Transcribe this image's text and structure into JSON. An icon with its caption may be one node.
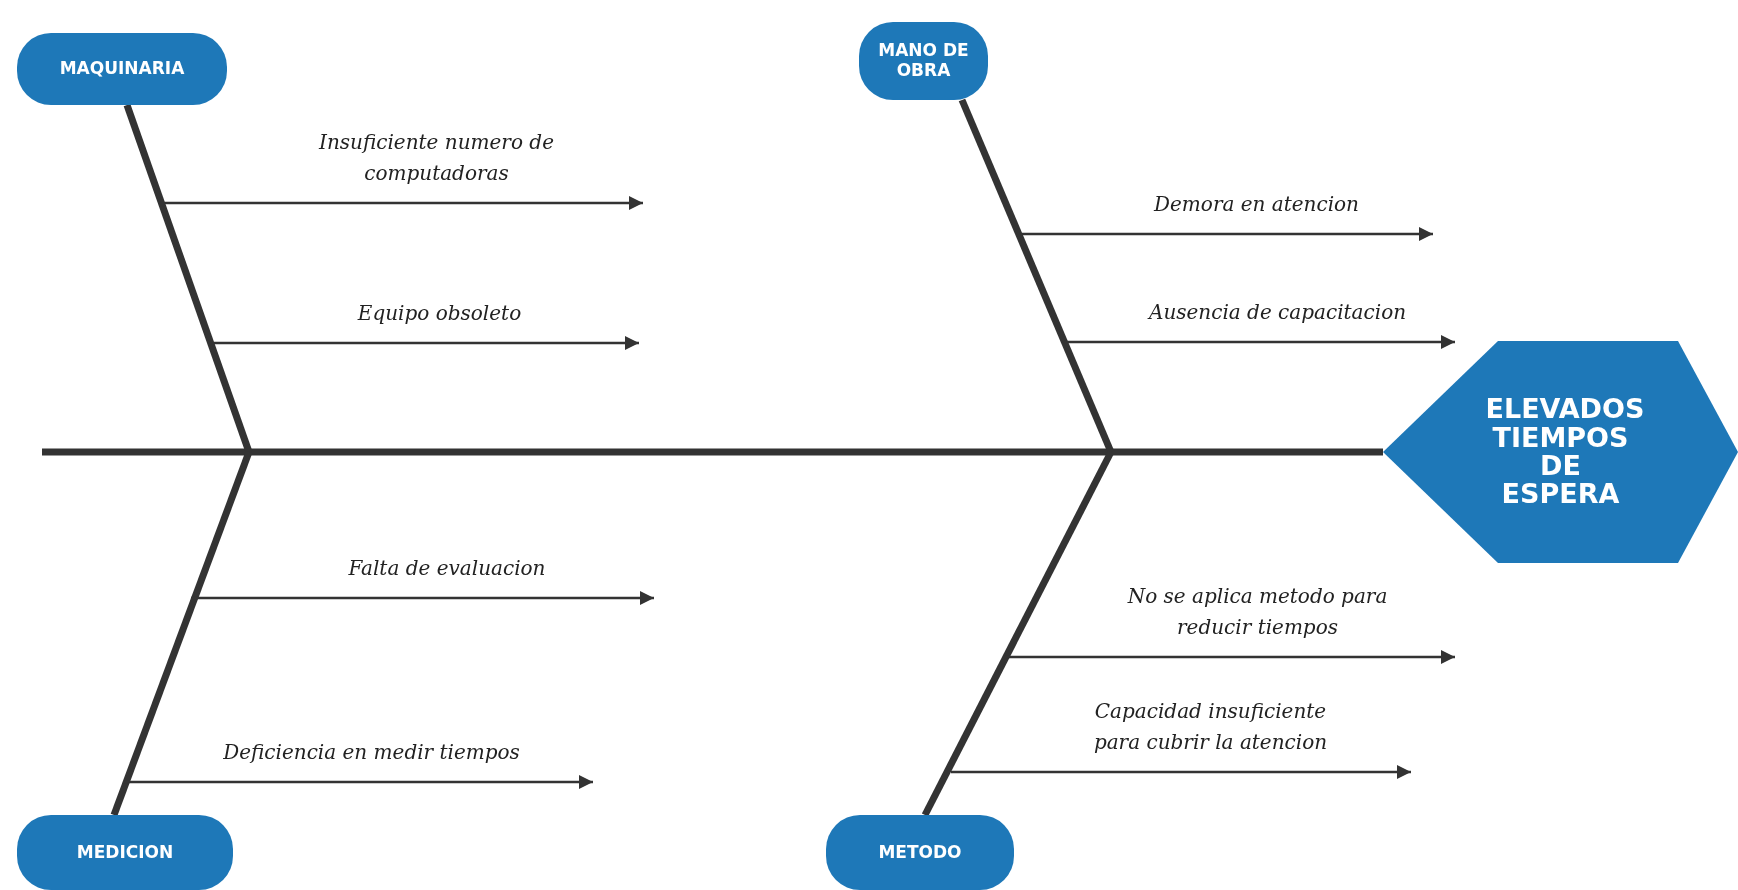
{
  "diagram": {
    "nodes": [
      {
        "text": [
          "MAQUINARIA"
        ]
      },
      {
        "text": [
          "MANO DE OBRA"
        ]
      },
      {
        "text": [
          "ELEVADOS TIEMPOS DE ESPERA"
        ]
      },
      {
        "text": [
          "MEDICION"
        ]
      },
      {
        "text": [
          "METODO"
        ]
      },
      {
        "text": [
          "Insuficiente numero de computadoras"
        ]
      },
      {
        "text": [
          "Equipo obsoleto"
        ]
      },
      {
        "text": [
          "Demora en atencion"
        ]
      },
      {
        "text": [
          "Ausencia de capacitacion"
        ]
      },
      {
        "text": [
          "Falta de evaluacion"
        ]
      },
      {
        "text": [
          "Deficiencia en medir tiempos"
        ]
      },
      {
        "text": [
          "No se aplica metodo para reducir tiempos"
        ]
      },
      {
        "text": [
          "Capacidad insuficiente para cubrir la atencion"
        ]
      }
    ],
    "edges": [
      {
        "from": null,
        "to": 2,
        "arrow": "none",
        "style": "thick"
      },
      {
        "from": 0,
        "to": null,
        "arrow": "none",
        "style": "thick"
      },
      {
        "from": 1,
        "to": null,
        "arrow": "none",
        "style": "thick"
      },
      {
        "from": 3,
        "to": null,
        "arrow": "none",
        "style": "thick"
      },
      {
        "from": 4,
        "to": null,
        "arrow": "none",
        "style": "thick"
      },
      {
        "from": null,
        "to": 5,
        "arrow": "to"
      },
      {
        "from": null,
        "to": 6,
        "arrow": "to"
      },
      {
        "from": null,
        "to": 7,
        "arrow": "to"
      },
      {
        "from": null,
        "to": 8,
        "arrow": "to"
      },
      {
        "from": null,
        "to": 9,
        "arrow": "to"
      },
      {
        "from": null,
        "to": 10,
        "arrow": "to"
      },
      {
        "from": null,
        "to": 11,
        "arrow": "to"
      },
      {
        "from": null,
        "to": 12,
        "arrow": "to"
      }
    ]
  }
}
